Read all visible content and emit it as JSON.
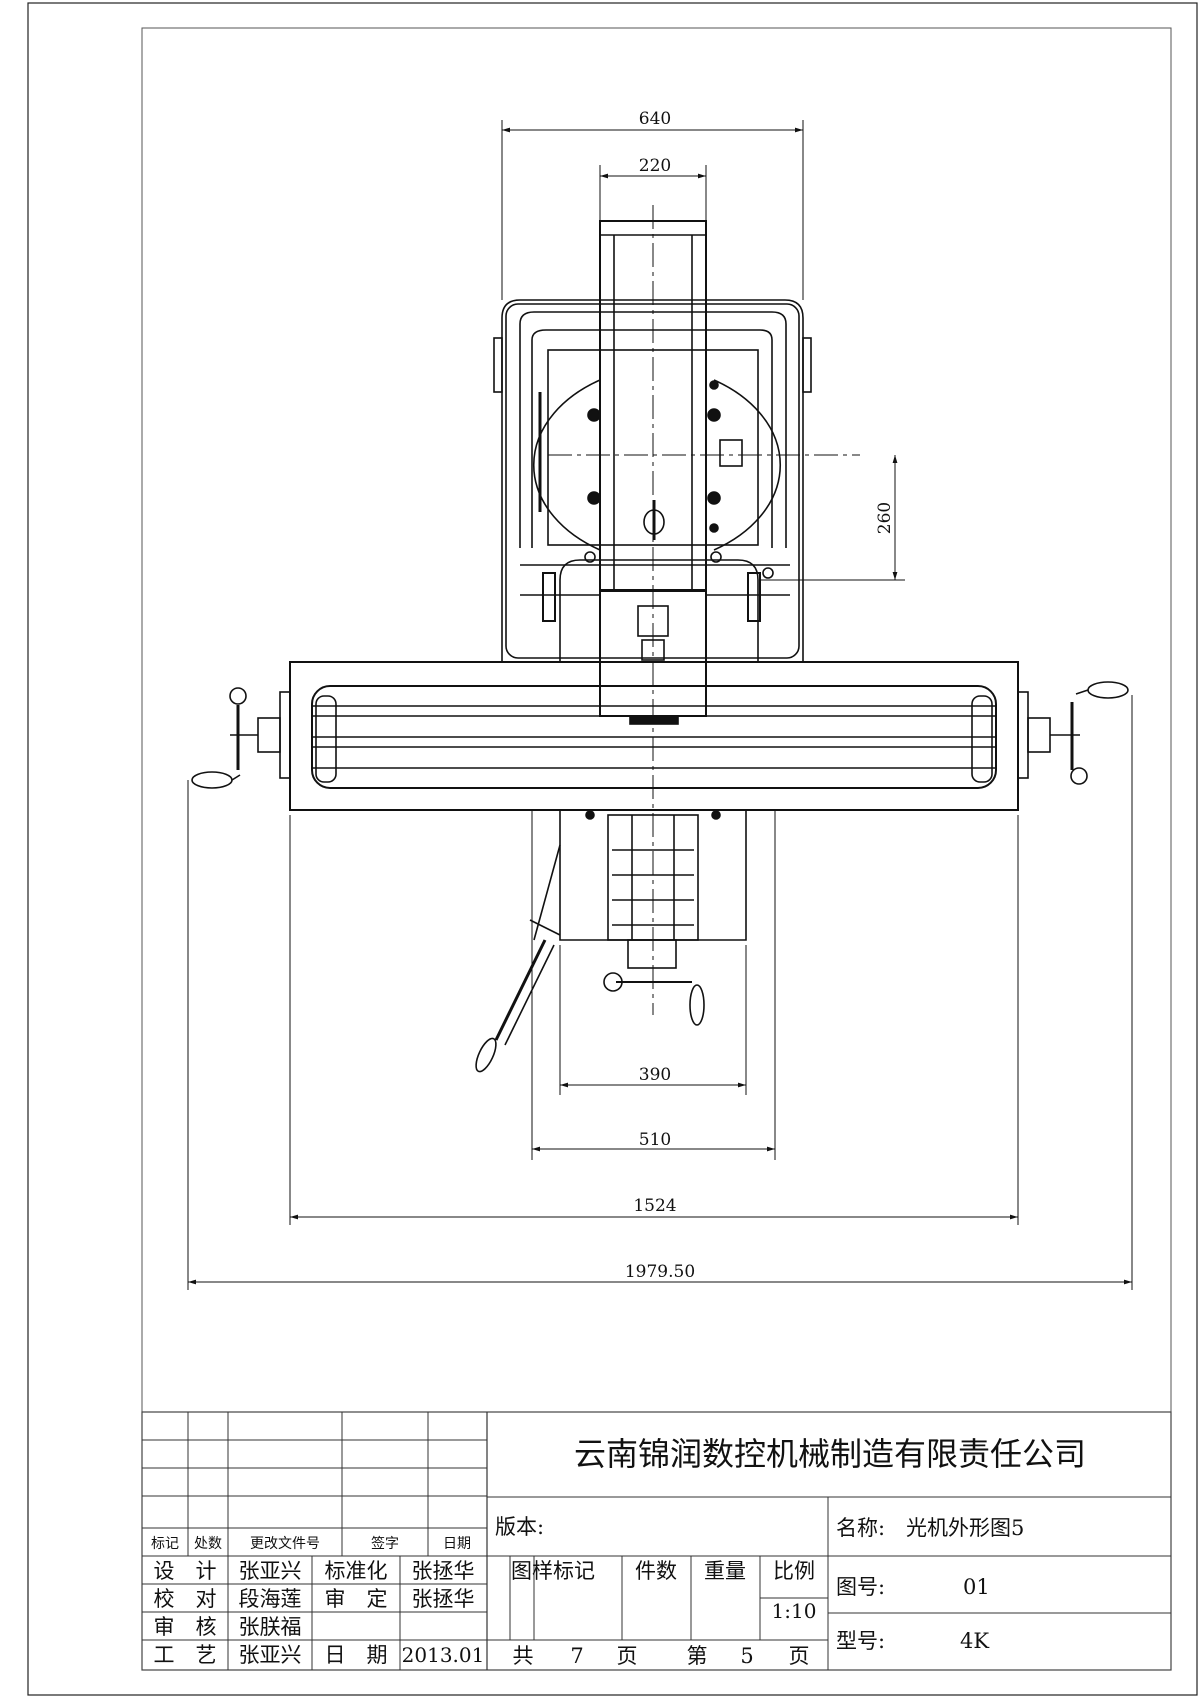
{
  "dimensions": {
    "d640": "640",
    "d220": "220",
    "d260": "260",
    "d390": "390",
    "d510": "510",
    "d1524": "1524",
    "d1979": "1979.50"
  },
  "title_block": {
    "company": "云南锦润数控机械制造有限责任公司",
    "revision_headers": {
      "mark": "标记",
      "count": "处数",
      "doc_no": "更改文件号",
      "sign": "签字",
      "date": "日期"
    },
    "roles": [
      {
        "role": "设　计",
        "name": "张亚兴",
        "role2": "标准化",
        "name2": "张拯华"
      },
      {
        "role": "校　对",
        "name": "段海莲",
        "role2": "审　定",
        "name2": "张拯华"
      },
      {
        "role": "审　核",
        "name": "张朕福",
        "role2": "",
        "name2": ""
      },
      {
        "role": "工　艺",
        "name": "张亚兴",
        "role2": "日　期",
        "name2": "2013.01"
      }
    ],
    "version_label": "版本:",
    "drawing_mark_label": "图样标记",
    "pieces_label": "件数",
    "weight_label": "重量",
    "scale_label": "比例",
    "scale_value": "1:10",
    "total_label": "共",
    "total_value": "7",
    "page_unit": "页",
    "sheet_label": "第",
    "sheet_value": "5",
    "sheet_unit": "页",
    "name_label": "名称:",
    "name_value": "光机外形图5",
    "drawing_no_label": "图号:",
    "drawing_no_value": "01",
    "model_label": "型号:",
    "model_value": "4K"
  }
}
